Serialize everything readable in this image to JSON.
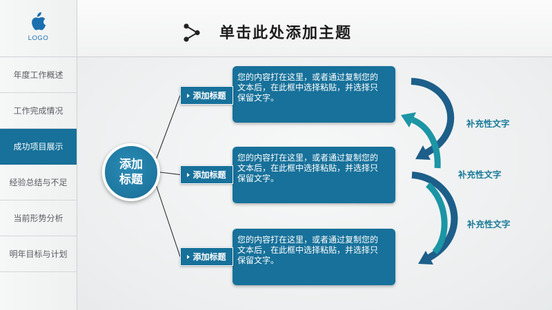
{
  "logo": {
    "text": "LOGO",
    "icon": "apple-icon"
  },
  "header": {
    "title": "单击此处添加主题",
    "icon": "share-nodes-icon"
  },
  "sidebar": {
    "items": [
      {
        "label": "年度工作概述",
        "active": false
      },
      {
        "label": "工作完成情况",
        "active": false
      },
      {
        "label": "成功项目展示",
        "active": true
      },
      {
        "label": "经验总结与不足",
        "active": false
      },
      {
        "label": "当前形势分析",
        "active": false
      },
      {
        "label": "明年目标与计划",
        "active": false
      }
    ]
  },
  "diagram": {
    "center": {
      "line1": "添加",
      "line2": "标题"
    },
    "branches": [
      {
        "label": "添加标题",
        "text": "您的内容打在这里，或者通过复制您的文本后，在此框中选择粘贴，并选择只保留文字。"
      },
      {
        "label": "添加标题",
        "text": "您的内容打在这里，或者通过复制您的文本后，在此框中选择粘贴，并选择只保留文字。"
      },
      {
        "label": "添加标题",
        "text": "您的内容打在这里，或者通过复制您的文本后，在此框中选择粘贴，并选择只保留文字。"
      }
    ],
    "side_notes": [
      "补充性文字",
      "补充性文字",
      "补充性文字"
    ]
  },
  "colors": {
    "primary": "#17719a",
    "center_circle": "#1f7aa3",
    "arrow_dark": "#1d5f8a",
    "arrow_teal": "#1c95a5",
    "note_text": "#1a7a98",
    "logo": "#1b6fae",
    "title_text": "#1c1c1c"
  }
}
